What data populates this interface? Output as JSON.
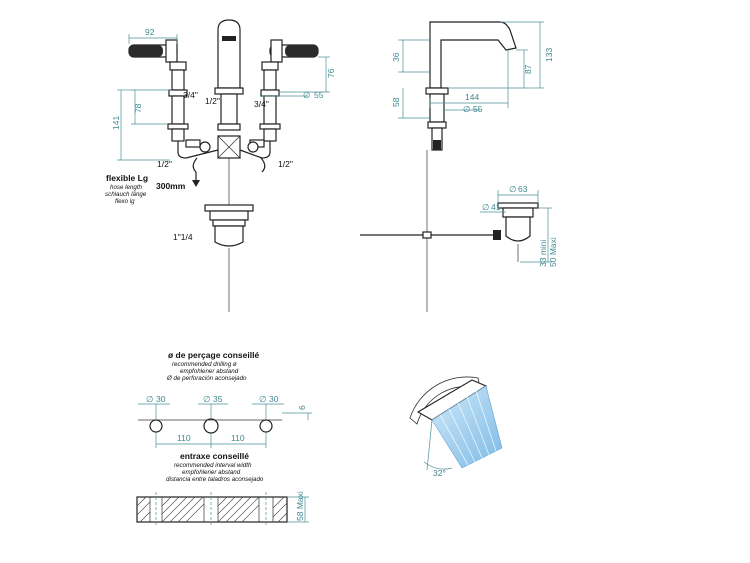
{
  "front": {
    "dims": {
      "w92": "92",
      "h78": "78",
      "h141": "141",
      "h76": "76",
      "d55": "55"
    },
    "threads": {
      "t34_left": "3/4\"",
      "t12_spout": "1/2\"",
      "t34_right": "3/4\"",
      "t12_left": "1/2\"",
      "t12_right": "1/2\"",
      "t114": "1\"1/4"
    },
    "hose": {
      "title": "flexible Lg",
      "line1": "hose length",
      "line2": "schlauch länge",
      "line3": "flexo lg",
      "length": "300mm"
    },
    "diameter_symbol": "∅"
  },
  "side": {
    "dims": {
      "h36": "36",
      "h58": "58",
      "w144": "144",
      "d55": "55",
      "h87": "87",
      "h133": "133",
      "d63": "63",
      "d41": "41",
      "h_range_a": "33 mini",
      "h_range_b": "50 Maxi"
    }
  },
  "drilling": {
    "title": "ø de perçage conseillé",
    "line1": "recommended drilling ø",
    "line2": "empfohlener abstand",
    "line3": "Ø de perforación aconsejado",
    "d30a": "30",
    "d35": "35",
    "d30b": "30",
    "h6": "6",
    "s110a": "110",
    "s110b": "110"
  },
  "interval": {
    "title": "entraxe conseillé",
    "line1": "recommended interval width",
    "line2": "empfohlener abstand",
    "line3": "distancia entre taladros aconsejado",
    "h58": "58 Maxi"
  },
  "spray": {
    "angle": "32°"
  },
  "colors": {
    "dimension": "#3e8790",
    "spray": "#8fc6ea"
  }
}
